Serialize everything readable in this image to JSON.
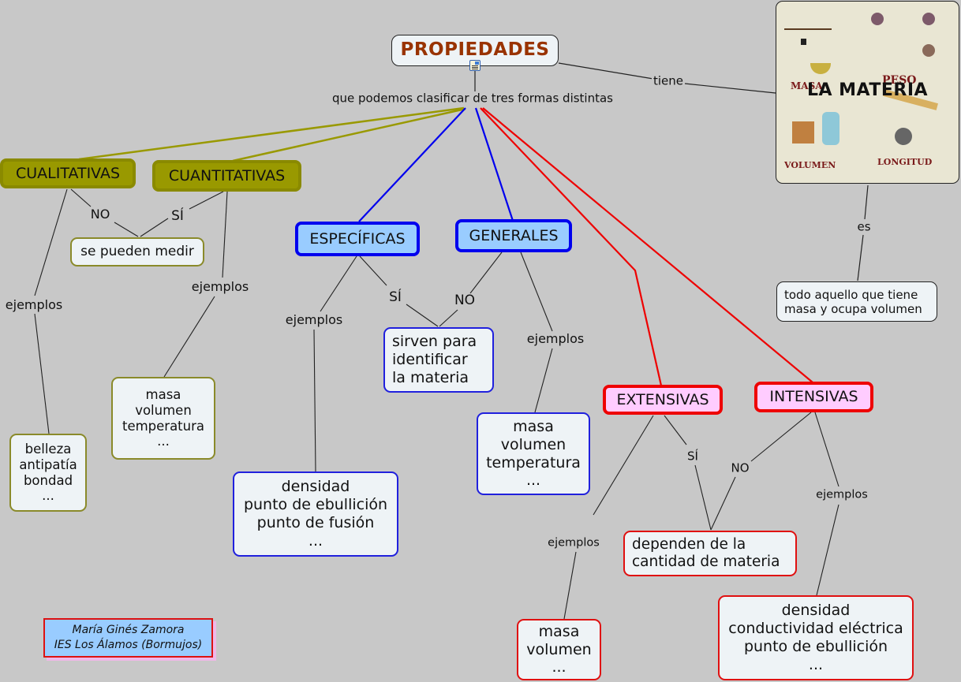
{
  "root": {
    "title": "PROPIEDADES",
    "link_label": "que podemos clasificar de tres formas distintas"
  },
  "materia": {
    "title": "LA MATERIA",
    "image_words": [
      "MASA",
      "PESO",
      "VOLUMEN",
      "LONGITUD"
    ],
    "link_from_root": "tiene",
    "link_to_definition": "es",
    "definition": "todo aquello que tiene\nmasa y ocupa volumen"
  },
  "olive_group": {
    "color": "#999900",
    "cualitativas": {
      "title": "CUALITATIVAS",
      "no_label": "NO",
      "examples_label": "ejemplos",
      "examples": "belleza\nantipatía\nbondad\n..."
    },
    "cuantitativas": {
      "title": "CUANTITATIVAS",
      "si_label": "SÍ",
      "examples_label": "ejemplos",
      "examples": "masa\nvolumen\ntemperatura\n..."
    },
    "shared": "se pueden medir"
  },
  "blue_group": {
    "color": "#0000ee",
    "especificas": {
      "title": "ESPECÍFICAS",
      "si_label": "SÍ",
      "examples_label": "ejemplos",
      "examples": "densidad\npunto de ebullición\npunto de fusión\n..."
    },
    "generales": {
      "title": "GENERALES",
      "no_label": "NO",
      "examples_label": "ejemplos",
      "examples": "masa\nvolumen\ntemperatura\n..."
    },
    "shared": "sirven para\nidentificar\nla materia"
  },
  "red_group": {
    "color": "#ee0000",
    "extensivas": {
      "title": "EXTENSIVAS",
      "si_label": "SÍ",
      "examples_label": "ejemplos",
      "examples": "masa\nvolumen\n..."
    },
    "intensivas": {
      "title": "INTENSIVAS",
      "no_label": "NO",
      "examples_label": "ejemplos",
      "examples": "densidad\nconductividad eléctrica\npunto de ebullición\n..."
    },
    "shared": "dependen de la\ncantidad de materia"
  },
  "author": {
    "text": "María Ginés Zamora\nIES Los Álamos (Bormujos)"
  },
  "icons": {
    "root_resource": "document-image-icon"
  }
}
